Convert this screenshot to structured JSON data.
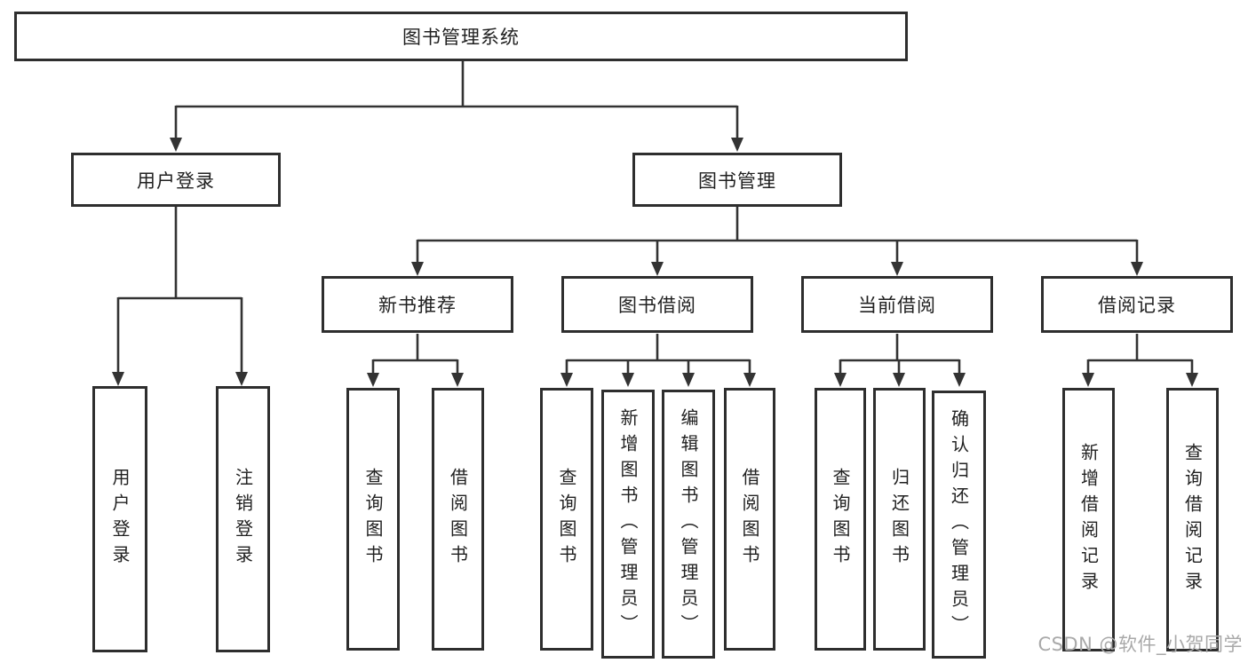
{
  "colors": {
    "line": "#333333",
    "border": "#2e2e2e",
    "text": "#212121",
    "watermark": "#a9a9a9",
    "background": "#ffffff"
  },
  "watermark": "CSDN @软件_小贺同学",
  "tree": {
    "root": "图书管理系统",
    "children": [
      {
        "label": "用户登录",
        "children": [
          "用户登录",
          "注销登录"
        ]
      },
      {
        "label": "图书管理",
        "children": [
          {
            "label": "新书推荐",
            "children": [
              "查询图书",
              "借阅图书"
            ]
          },
          {
            "label": "图书借阅",
            "children": [
              "查询图书",
              "新增图书（管理员）",
              "编辑图书（管理员）",
              "借阅图书"
            ]
          },
          {
            "label": "当前借阅",
            "children": [
              "查询图书",
              "归还图书",
              "确认归还（管理员）"
            ]
          },
          {
            "label": "借阅记录",
            "children": [
              "新增借阅记录",
              "查询借阅记录"
            ]
          }
        ]
      }
    ]
  }
}
